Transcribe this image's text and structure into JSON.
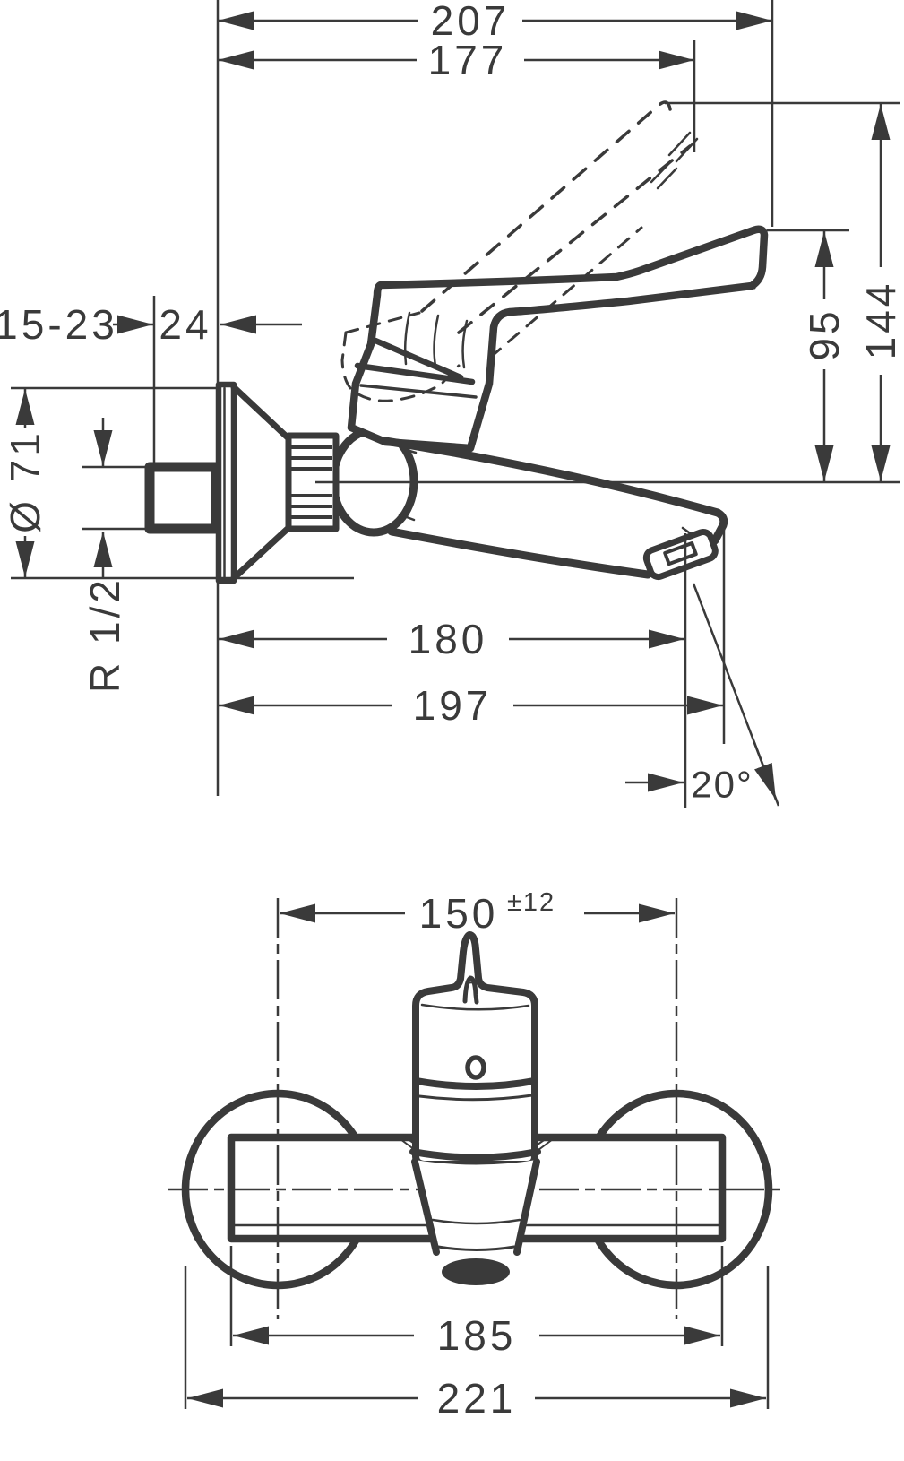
{
  "colors": {
    "ink": "#3a3a3a",
    "background": "#ffffff"
  },
  "side_view": {
    "dims": {
      "overall_depth": "207",
      "raised_lever_depth": "177",
      "wall_range": "15-23",
      "plate_depth": "24",
      "escutcheon_diameter": "Ø 71",
      "thread": "R 1/2",
      "spout_reach": "180",
      "total_reach": "197",
      "outlet_angle": "20°",
      "lever_height": "95",
      "raised_lever_height": "144"
    }
  },
  "front_view": {
    "dims": {
      "connection_centers": "150",
      "connection_tolerance": "±12",
      "body_width": "185",
      "overall_width": "221"
    }
  }
}
